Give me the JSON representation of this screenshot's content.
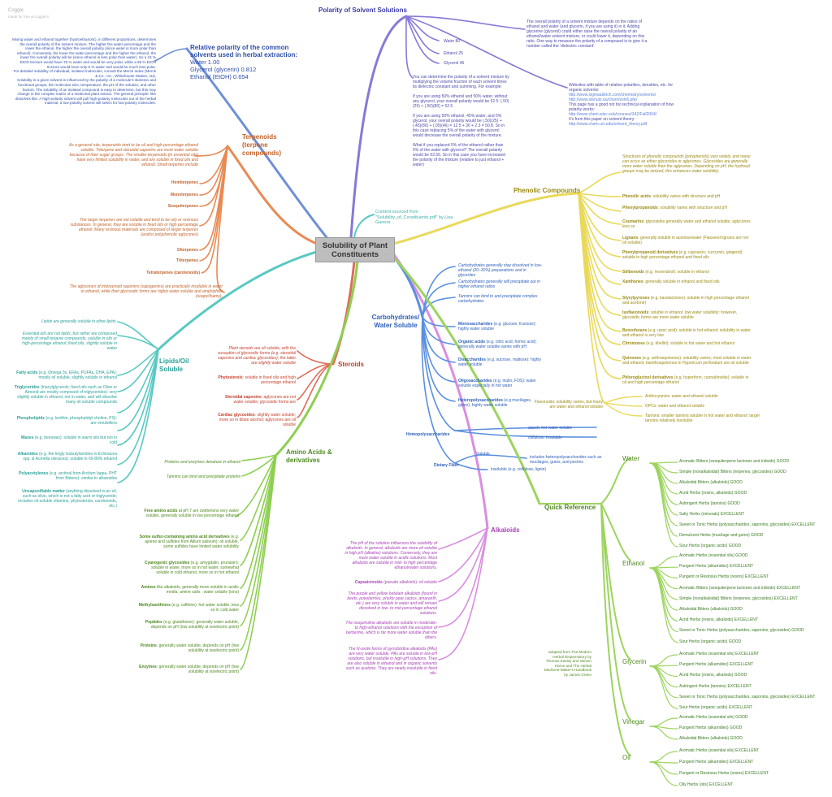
{
  "brand": {
    "name": "Coggle",
    "tagline": "made for free at coggle.it"
  },
  "center_title": "Solubility of Plant Constituents",
  "colors": {
    "polarity": "#8878d8",
    "relative": "#6f8fd8",
    "terpenoids": "#e88a52",
    "lipids": "#58c9c2",
    "steroids": "#de6d5a",
    "amino": "#8ecf52",
    "alkaloids": "#d98ee0",
    "carbs": "#5a8fe0",
    "phenolic": "#e9d95a",
    "quickref": "#9cd45e",
    "source": "#58c9c2"
  },
  "source": {
    "text": "Content sourced from \"Solubility_of_Constituents.pdf\" by Lisa Ganora"
  },
  "relative_polarity": {
    "heading": "Relative polarity of the common solvents used in herbal extraction:",
    "items": [
      "Water 1.00",
      "Glycerol (glycerin) 0.812",
      "Ethanol (EtOH) 0.654"
    ],
    "note": "Mixing water and ethanol together (hydroethanolic), in different proportions, determines the overall polarity of the solvent mixture. The higher the water percentage and the lower the ethanol, the higher the overall polarity (since water is more polar than ethanol). Conversely, the lower the water percentage and the higher the ethanol, the lower the overall polarity will be (since ethanol is less polar than water). So a 24 % EtOH tincture would have 76 % water and would be very polar, while a 95 % EtOH tincture would have only 5 % water and would be much less polar.\nFor detailed solubility of individual, isolated molecules, consult the Merck Index (Merck & Co., Inc., Whitehouse Station, NJ).\nSolubility in a given solvent is influenced by the polarity of a molecule's skeleton and functional groups, the molecular size, temperature, the pH of the solution, and other factors. The solubility of an isolated compound is easy to determine, but this may change in the complex matrix of a medicinal plant extract. The general principle: like dissolves like. A high-polarity solvent will pull high-polarity molecules out of the herbal material, a low-polarity solvent will select for low-polarity molecules."
  },
  "polarity": {
    "title": "Polarity of Solvent Solutions",
    "values": [
      "Water 80",
      "Ethanol 25",
      "Glycerol 46"
    ],
    "note1": "The overall polarity of a solvent mixture depends on the ratios of ethanol and water (and glycerin, if you are using it) in it. Adding glycerine (glycerol) could either raise the overall polarity of an ethanol/water solvent mixture, or could lower it, depending on this ratio. One way to measure the polarity of a compound is to give it a number called the 'dielectric constant'",
    "example": "You can determine the polarity of a solvent mixture by multiplying the volume fraction of each solvent times its dielectric constant and summing. For example:\n\nIf you are using 50% ethanol and 50% water, without any glycerol, your overall polarity would be 52.5: (.50)(25) + (.50)(80) = 52.5\n\nIf you are using 50% ethanol, 45% water, and 5% glycerol, your overall polarity would be (.50)(25) + (.45)(80) + (.05)(46) = 12.5 + 36 + 2.3 = 50.8. So in this case replacing 5% of the water with glycerol would decrease the overall polarity of the mixture.\n\nWhat if you replaced 5% of the ethanol rather than 5% of the water with glycerol? The overall polarity would be 53.55. So in this case you have increased the polarity of the mixture (relative to just ethanol + water)",
    "websites_label": "Websites with table of relative polarities, densities, etc. for organic solvents:",
    "link1": "http://www.sigmaaldrich.com/chemistry/solvents/",
    "link2": "http://www.stenutz.eu/chem/solv6.php",
    "gap_note": "This page has a good not too technical explanation of how polarity works:",
    "link3": "http://www.chem.wisc.edu/courses/342/Fall2004/",
    "from_label": "It's from this paper on solvent theory:",
    "link4": "http://www.chem.uci.edu/solvent_theory.pdf"
  },
  "terpenoids": {
    "title": "Terpenoids (terpene compounds)",
    "intro": "As a general rule, terpenoids tend to be oil and high-percentage ethanol soluble. Triterpene and steroidal saponins are more water soluble because of their sugar groups. The smaller terpenoids (in essential oils) have very limited solubility in water, and are soluble in fixed oils and ethanol. Small terpenes include",
    "items_small": [
      "Hemiterpenes",
      "Monoterpenes",
      "Sesquiterpenes"
    ],
    "mid": "The larger terpenes are not volatile and tend to be oily or resinous substances. In general, they are soluble in fixed oils or high percentage ethanol. Many resinous materials are composed of larger terpenes (and/or polyphenolic aglycones)",
    "items_large": [
      "Diterpenes",
      "Triterpenes",
      "Tetraterpenes (carotenoids)"
    ],
    "aglycone": "The aglycones of triterpenoid saponins (sapogenins) are practically insoluble in water or ethanol, while their glycosidic forms are highly water soluble and amphiphilic (soapy/foamy)."
  },
  "lipids": {
    "title": "Lipids/Oil Soluble",
    "items": [
      {
        "bold": "",
        "text": "Lipids are generally soluble in other lipids."
      },
      {
        "bold": "",
        "text": "Essential oils are not lipids, but rather are composed mainly of small terpene compounds, soluble in oils or high-percentage ethanol; fixed oils, slightly soluble in water"
      },
      {
        "bold": "Fatty acids",
        "text": " (e.g. Omega 3s, EFAs, PUFAs, DHA, EPA): mostly oil soluble, slightly soluble in ethanol"
      },
      {
        "bold": "Triglycerides",
        "text": " (triacylglycerols; fixed oils such as Olive or Almond are mostly composed of triglycerides): very slightly soluble in ethanol, not in water, and will dissolve many oil soluble compounds"
      },
      {
        "bold": "Phospholipids",
        "text": " (e.g. lecithin, phosphatidyl choline, PS): are emulsifiers"
      },
      {
        "bold": "Waxes",
        "text": " (e.g. beeswax): soluble in warm oils but not in cold"
      },
      {
        "bold": "Alkamides",
        "text": " (e.g. the tingly isobutylamides in Echinacea spp. & Acmella oleracea): soluble in 60-80% ethanol"
      },
      {
        "bold": "Polyacetylenes",
        "text": " (e.g. arctinal from Arctium lappa, PHT from Bidens): similar to alkamides"
      },
      {
        "bold": "Unsaponifiable matter",
        "text": " (anything dissolved in an oil, such as olive, which is not a fatty acid or triglyceride; includes oil-soluble vitamins, phytosterols, carotenoids, etc.)"
      }
    ]
  },
  "steroids": {
    "title": "Steroids",
    "items": [
      {
        "bold": "",
        "text": "Plant steroids are oil soluble, with the exception of glycosidic forms (e.g. steroidal saponins and cardiac glycosides); the latter are slightly water soluble"
      },
      {
        "bold": "Phytosterols",
        "text": ": soluble in fixed oils and high percentage ethanol"
      },
      {
        "bold": "Steroidal saponins",
        "text": ": aglycones are not water soluble; glycosidic forms are"
      },
      {
        "bold": "Cardiac glycosides",
        "text": ": slightly water soluble; more so in dilute alcohol; aglycones are oil soluble"
      }
    ]
  },
  "amino": {
    "title": "Amino Acids & derivatives",
    "top": [
      "Proteins and enzymes denature in ethanol",
      "Tannins can bind and precipitate proteins"
    ],
    "items": [
      {
        "bold": "Free amino acids",
        "text": " at pH 7 are zwitterions very water soluble, generally soluble in low percentage ethanol"
      },
      {
        "bold": "Some sulfur-containing amino acid derivatives",
        "text": " (e.g. ajoene and sulfides from Allium sativum): oil soluble, some sulfides have limited water solubility"
      },
      {
        "bold": "Cyanogenic glycosides",
        "text": " (e.g. amygdalin, prunasin): soluble in water, more so in hot water, somewhat soluble in cold ethanol, more so in hot ethanol"
      },
      {
        "bold": "Amines",
        "text": " like alkaloids, generally more soluble in acidic media; amine salts : water soluble (ions)"
      },
      {
        "bold": "Methylxanthines",
        "text": " (e.g. caffeine): hot water soluble, less so in cold water"
      },
      {
        "bold": "Peptides",
        "text": " (e.g. glutathione): generally water soluble, depends on pH (low solubility at isoelectric point)"
      },
      {
        "bold": "Proteins",
        "text": ": generally water soluble, depends on pH (low solubility at isoelectric point)"
      },
      {
        "bold": "Enzymes",
        "text": ": generally water soluble, depends on pH (low solubility at isoelectric point)"
      }
    ]
  },
  "alkaloids": {
    "title": "Alkaloids",
    "items": [
      {
        "bold": "",
        "text": "The pH of the solution influences the solubility of alkaloids. In general, alkaloids are more oil soluble in high pH (alkaline) solutions. Conversely, they are more water soluble in acidic solutions. Most alkaloids are soluble in mid- to high percentage ethanol/water solutions."
      },
      {
        "bold": "Capsaicinoids",
        "text": " (pseudo-alkaloids): oil soluble"
      },
      {
        "bold": "",
        "text": "The purple and yellow betalain alkaloids (found in beets, pokeberries, prickly pear cactus, amaranth, etc.) are very soluble in water and will remain dissolved in low- to mid percentage ethanol solutions."
      },
      {
        "bold": "",
        "text": "The isoquinoline alkaloids are soluble in moderate- to high-ethanol solutions with the exception of berberine, which is far more water soluble than the others."
      },
      {
        "bold": "",
        "text": "The N-oxide forms of pyrrolizidine alkaloids (PAs) are very water soluble. PAs are soluble in low-pH solutions, but insoluble in high-pH solutions. They are also soluble in ethanol and in organic solvents such as acetone. They are nearly insoluble in fixed oils."
      }
    ]
  },
  "carbs": {
    "title": "Carbohydrates/ Water Soluble",
    "items": [
      {
        "bold": "",
        "text": "Carbohydrates generally stay dissolved in low-ethanol (20–30%) preparations and in glycerites"
      },
      {
        "bold": "",
        "text": "Carbohydrates generally will precipitate out in higher ethanol ratios"
      },
      {
        "bold": "",
        "text": "Tannins can bind to and precipitate complex carbohydrates"
      },
      {
        "bold": "Monosaccharides",
        "text": " (e.g. glucose, fructose): highly water soluble"
      },
      {
        "bold": "Organic acids",
        "text": " (e.g. citric acid, formic acid): generally water soluble varies with pH"
      },
      {
        "bold": "Disaccharides",
        "text": " (e.g. sucrose, maltose): highly water soluble"
      },
      {
        "bold": "Oligosaccharides",
        "text": " (e.g. inulin, FOS): water soluble especially in hot water"
      },
      {
        "bold": "Heteropolysaccharides",
        "text": " (e.g mucilages, gums): highly water soluble"
      }
    ],
    "homo_label": "Homopolysaccharides",
    "homo_items": [
      "starch: hot water soluble",
      "cellulose: insoluble"
    ],
    "fiber_label": "Dietary Fiber",
    "soluble_label": "Soluble",
    "soluble_note": "includes heteropolysaccharides such as mucilages, gums, and pectins",
    "insoluble_note": "insoluble (e.g. cellulose, lignin)"
  },
  "phenolic": {
    "title": "Phenolic Compounds",
    "intro": "Structures of phenolic compounds (polyphenols) vary widely, and many can occur as either glycosides or aglycones. Glycosides are generally more water soluble than the aglycones. Depending on pH, the hydroxyl groups may be ionized; this enhances water solubility.",
    "items": [
      {
        "bold": "Phenolic acids",
        "text": ": solubility varies with structure and pH"
      },
      {
        "bold": "Phenylpropanoids",
        "text": ": solubility varies with structure and pH"
      },
      {
        "bold": "Coumarins",
        "text": ": glycosides generally water and ethanol soluble; aglycones less so"
      },
      {
        "bold": "Lignans",
        "text": ": generally soluble in acetone/water (Flaxseed lignans are not oil soluble)"
      },
      {
        "bold": "Phenylpropanoid derivatives",
        "text": " (e.g. capsaicin, curcumin, gingerol): soluble in high percentage ethanol and fixed oils"
      },
      {
        "bold": "Stilbenoids",
        "text": " (e.g. resveratrol): soluble in ethanol"
      },
      {
        "bold": "Xanthones",
        "text": ": generally soluble in ethanol and fixed oils"
      },
      {
        "bold": "Styrylpyrones",
        "text": " (e.g. kavalactones): soluble in high percentage ethanol and acetone)"
      },
      {
        "bold": "Isoflavonoids",
        "text": ": soluble in ethanol; low water solubility; however, glycosidic forms are more water soluble"
      },
      {
        "bold": "Benzofurans",
        "text": " (e.g. usnic acid): soluble in hot ethanol; solubility in water and ethanol is very low"
      },
      {
        "bold": "Chromones",
        "text": " (e.g. khellin): soluble in hot water and hot ethanol"
      },
      {
        "bold": "Quinones",
        "text": " (e.g. anthraquinones): solubility varies; most soluble in water and ethanol; bianthraquinones in Hypericum perforatum are oil soluble"
      },
      {
        "bold": "Phloroglucinol derivatives",
        "text": " (e.g. hyperforin, cannabinoids): soluble in oil and high percentage ethanol"
      }
    ],
    "flavonoids": "Flavonoids: solubility varies, but many are water and ethanol soluble",
    "flav_items": [
      "Anthocyanins: water and ethanol soluble",
      "OPCs: water and ethanol soluble",
      "Tannins: smaller tannins soluble in hot water and ethanol; larger tannins relatively insoluble"
    ]
  },
  "quickref": {
    "title": "Quick Reference",
    "attribution": "adapted from The Modern Herbal Dispensatory by Thomas Easley and Steven Horne and The Herbal Medicine-Maker's Handbook by James Green",
    "groups": [
      {
        "label": "Water",
        "items": [
          "Aromatic Bitters (sesquiterpene lactones and iridoids) GOOD",
          "Simple (nonalkaloidal) Bitters (terpenes, glycosides) GOOD",
          "Alkaloidal Bitters (alkaloids) GOOD",
          "Acrid Herbs (resins, alkaloids) GOOD",
          "Astringent Herbs (tannins) GOOD",
          "Salty Herbs (minerals) EXCELLENT",
          "Sweet or Tonic Herbs (polysaccharides, saponins, glycosides) EXCELLENT",
          "Demulcent Herbs (mucilage and gums) GOOD",
          "Sour Herbs (organic acids) GOOD"
        ]
      },
      {
        "label": "Ethanol",
        "items": [
          "Aromatic Herbs (essential oils) GOOD",
          "Pungent Herbs (alkamides) EXCELLENT",
          "Pungent or Resinous Herbs (resins) EXCELLENT",
          "Aromatic Bitters (sesquiterpene lactones and iridoids) EXCELLENT",
          "Simple (nonalkaloidal) Bitters (terpenes, glycosides) EXCELLENT",
          "Alkaloidal Bitters (alkaloids) GOOD",
          "Acrid Herbs (resins, alkaloids) EXCELLENT",
          "Sweet or Tonic Herbs (polysaccharides, saponins, glycosides) GOOD",
          "Sour Herbs (organic acids) GOOD"
        ]
      },
      {
        "label": "Glycerin",
        "items": [
          "Aromatic Herbs (essential oils) EXCELLENT",
          "Pungent Herbs (alkamides) EXCELLENT",
          "Acrid Herbs (resins, alkaloids) GOOD",
          "Astringent Herbs (tannins) EXCELLENT",
          "Sweet or Tonic Herbs (polysaccharides, saponins, glycosides) EXCELLENT",
          "Sour Herbs (organic acids) EXCELLENT"
        ]
      },
      {
        "label": "Vinegar",
        "items": [
          "Aromatic Herbs (essential oils) GOOD",
          "Pungent Herbs (alkamides) GOOD",
          "Alkaloidal Bitters (alkaloids) GOOD"
        ]
      },
      {
        "label": "Oil",
        "items": [
          "Aromatic Herbs (essential oils) EXCELLENT",
          "Pungent Herbs (alkamides) EXCELLENT",
          "Pungent or Resinous Herbs (resins) EXCELLENT",
          "Oily Herbs (oils) EXCELLENT"
        ]
      }
    ]
  }
}
